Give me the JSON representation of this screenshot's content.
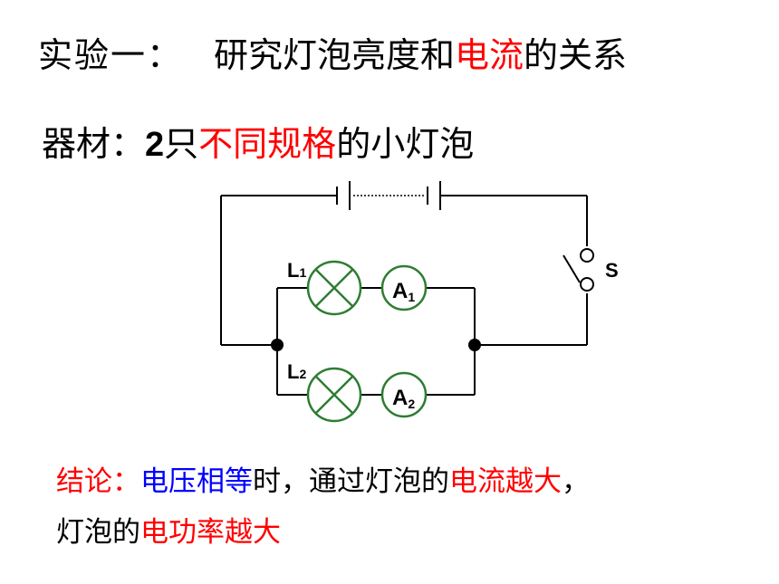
{
  "title": {
    "label": "实验一：",
    "part1": "研究灯泡亮度和",
    "part2": "电流",
    "part3": "的关系"
  },
  "equipment": {
    "label": "器材：",
    "count": "2",
    "unit": "只",
    "spec": "不同规格",
    "rest": "的小灯泡"
  },
  "conclusion": {
    "label": "结论：",
    "cond": "电压相等",
    "t1": "时，通过灯泡的",
    "t2": "电流越大",
    "t3": "，",
    "line2a": "灯泡的",
    "line2b": "电功率越大"
  },
  "circuit": {
    "lamp1": {
      "letter": "L",
      "sub": "1"
    },
    "lamp2": {
      "letter": "L",
      "sub": "2"
    },
    "ammeter1": {
      "letter": "A",
      "sub": "1"
    },
    "ammeter2": {
      "letter": "A",
      "sub": "2"
    },
    "switch": "S"
  },
  "colors": {
    "text": "#000000",
    "highlight_red": "#ff0000",
    "highlight_blue": "#0000ff",
    "lamp_green": "#2e7d32"
  }
}
